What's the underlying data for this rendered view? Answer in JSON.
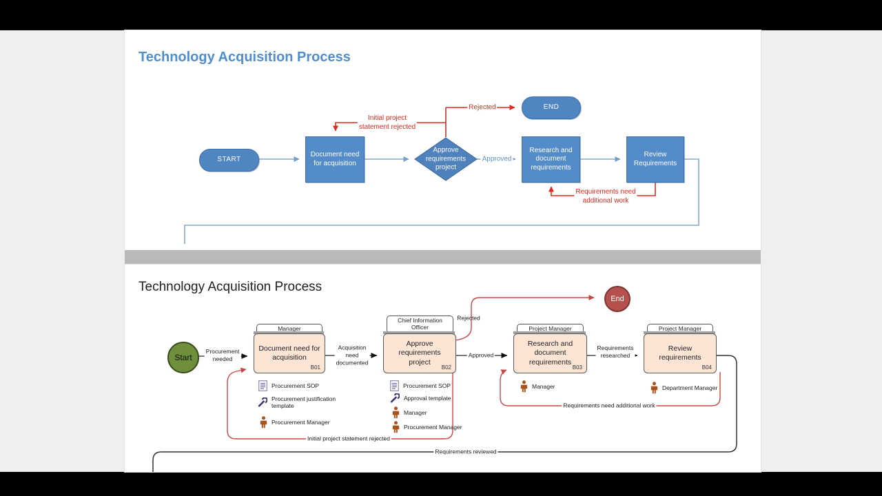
{
  "top_panel": {
    "title": "Technology Acquisition Process",
    "title_color": "#4e8ecf",
    "node_fill": "#548bc9",
    "connector_color": "#7fa8d0",
    "error_color": "#e5261b",
    "nodes": {
      "start": "START",
      "document_need": "Document need\nfor acquisition",
      "approve": "Approve\nrequirements\nproject",
      "research": "Research and\ndocument\nrequirements",
      "review": "Review\nRequirements",
      "end": "END"
    },
    "labels": {
      "rejected": "Rejected",
      "approved": "Approved",
      "initial_rejected": "Initial project\nstatement rejected",
      "rework": "Requirements need\nadditional work"
    }
  },
  "bottom_panel": {
    "title": "Technology Acquisition Process",
    "start_fill": "#6f8f3b",
    "end_fill": "#b5514d",
    "task_fill": "#fce5d5",
    "error_color": "#c84444",
    "start": "Start",
    "end": "End",
    "tasks": [
      {
        "id": "B01",
        "header": "Manager",
        "label": "Document need for\nacquisition"
      },
      {
        "id": "B02",
        "header": "Chief Information\nOfficer",
        "label": "Approve\nrequirements\nproject"
      },
      {
        "id": "B03",
        "header": "Project Manager",
        "label": "Research and\ndocument\nrequirements"
      },
      {
        "id": "B04",
        "header": "Project Manager",
        "label": "Review\nrequirements"
      }
    ],
    "flow_labels": {
      "procurement_needed": "Procurement\nneeded",
      "acquisition_documented": "Acquisition\nneed\ndocumented",
      "approved": "Approved",
      "requirements_researched": "Requirements\nresearched",
      "rejected": "Rejected",
      "initial_rejected": "Initial project statement rejected",
      "rework": "Requirements need additional work",
      "reviewed": "Requirements reviewed"
    },
    "annotations": {
      "b01": [
        {
          "icon": "document-icon",
          "text": "Procurement SOP"
        },
        {
          "icon": "wrench-icon",
          "text": "Procurement justification\ntemplate"
        },
        {
          "icon": "person-icon",
          "text": "Procurement Manager"
        }
      ],
      "b02": [
        {
          "icon": "document-icon",
          "text": "Procurement SOP"
        },
        {
          "icon": "wrench-icon",
          "text": "Approval template"
        },
        {
          "icon": "person-icon",
          "text": "Manager"
        },
        {
          "icon": "person-icon",
          "text": "Procurement Manager"
        }
      ],
      "b03": [
        {
          "icon": "person-icon",
          "text": "Manager"
        }
      ],
      "b04": [
        {
          "icon": "person-icon",
          "text": "Department Manager"
        }
      ]
    }
  }
}
